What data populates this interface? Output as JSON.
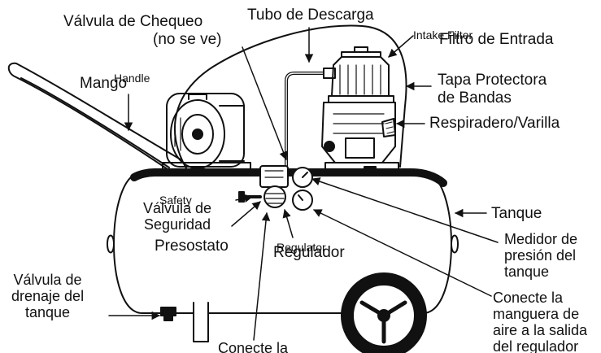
{
  "labels": {
    "check_valve": {
      "line1": "Válvula de Chequeo",
      "line2": "(no se ve)"
    },
    "discharge_tube": "Tubo de Descarga",
    "intake_filter_en": "Intake Filter",
    "intake_filter_es": "Filtro de Entrada",
    "handle_en": "Handle",
    "handle_es": "Mango",
    "belt_guard": {
      "line1": "Tapa Protectora",
      "line2": "de Bandas"
    },
    "breather": "Respiradero/Varilla",
    "safety_valve_en": "Safety",
    "safety_valve_es": {
      "line1": "Válvula de",
      "line2": "Seguridad"
    },
    "tank": "Tanque",
    "pressure_switch": "Presostato",
    "regulator_en": "Regulator",
    "regulator_es": "Regulador",
    "tank_gauge": {
      "line1": "Medidor de",
      "line2": "presión del",
      "line3": "tanque"
    },
    "drain_valve": {
      "line1": "Válvula de",
      "line2": "drenaje del",
      "line3": "tanque"
    },
    "connect_outlet": {
      "line1": "Conecte la",
      "line2": "manguera de",
      "line3": "aire a la salida",
      "line4": "del regulador"
    },
    "connect_bottom": "Conecte la"
  },
  "colors": {
    "ink": "#111111",
    "paper": "#ffffff"
  }
}
